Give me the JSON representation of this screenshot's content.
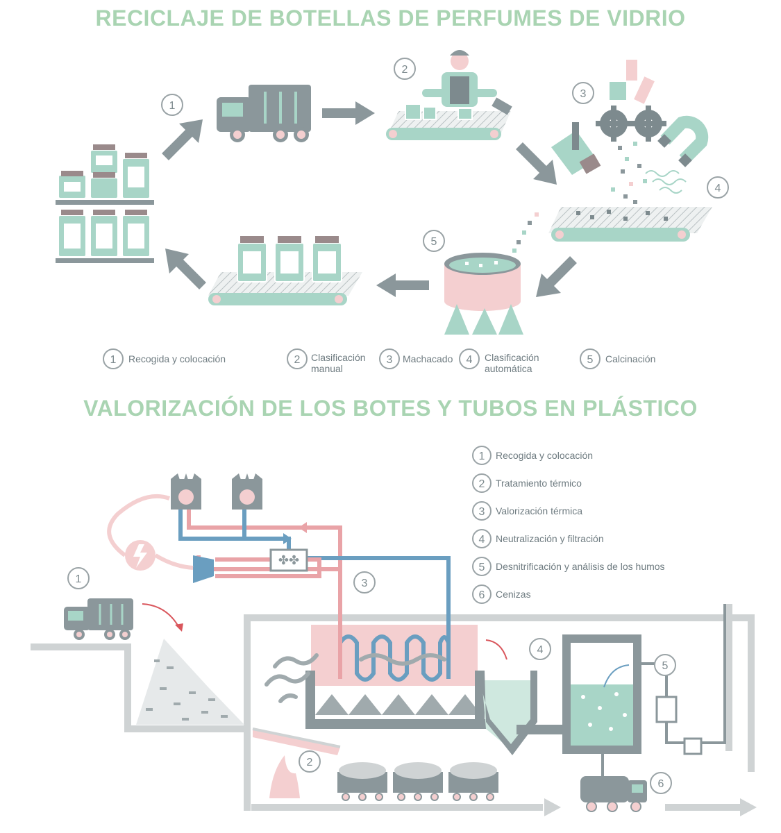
{
  "section_glass": {
    "title": "RECICLAJE DE BOTELLAS DE PERFUMES DE VIDRIO",
    "step_numbers": [
      "1",
      "2",
      "3",
      "4",
      "5"
    ],
    "legend": [
      {
        "num": "1",
        "lines": [
          "Recogida y colocación"
        ]
      },
      {
        "num": "2",
        "lines": [
          "Clasificación",
          "manual"
        ]
      },
      {
        "num": "3",
        "lines": [
          "Machacado"
        ]
      },
      {
        "num": "4",
        "lines": [
          "Clasificación",
          "automática"
        ]
      },
      {
        "num": "5",
        "lines": [
          "Calcinación"
        ]
      }
    ]
  },
  "section_plastic": {
    "title": "VALORIZACIÓN DE LOS BOTES Y TUBOS EN PLÁSTICO",
    "step_numbers": [
      "1",
      "2",
      "3",
      "4",
      "5",
      "6"
    ],
    "legend": [
      {
        "num": "1",
        "label": "Recogida y colocación"
      },
      {
        "num": "2",
        "label": "Tratamiento térmico"
      },
      {
        "num": "3",
        "label": "Valorización térmica"
      },
      {
        "num": "4",
        "label": "Neutralización y filtración"
      },
      {
        "num": "5",
        "label": "Desnitrificación y análisis de los humos"
      },
      {
        "num": "6",
        "label": "Cenizas"
      }
    ]
  },
  "colors": {
    "title": "#a9d4b2",
    "mint": "#a8d5c7",
    "grey": "#8b979b",
    "pink": "#e9a3a7",
    "pink_light": "#f4cfd0",
    "blue": "#6a9ec0",
    "light_grey": "#cfd3d4",
    "circle": "#9aa3a6"
  }
}
